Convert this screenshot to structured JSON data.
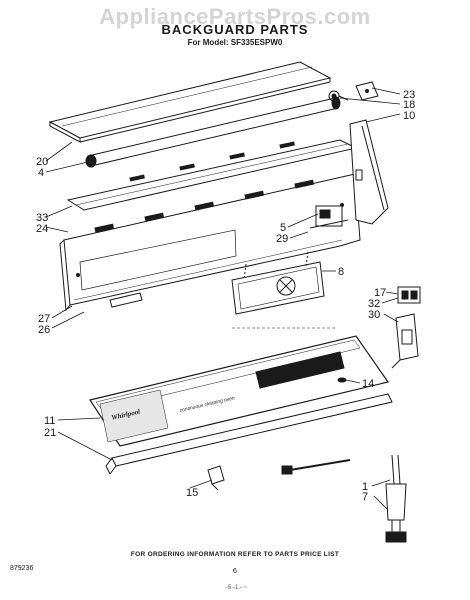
{
  "watermark": "AppliancePartsPros.com",
  "title": "BACKGUARD PARTS",
  "model_line": "For Model: SF335ESPW0",
  "panel_text": "continuous cleaning oven",
  "brand_text": "Whirlpool",
  "footer_text": "FOR ORDERING INFORMATION REFER TO PARTS PRICE LIST",
  "diagram_code": "879236",
  "page_number": "6",
  "bottom_mark": "-5 -1.- ~",
  "callouts": {
    "c20": "20",
    "c4": "4",
    "c33": "33",
    "c24": "24",
    "c27": "27",
    "c26": "26",
    "c11": "11",
    "c21": "21",
    "c15": "15",
    "c23": "23",
    "c18": "18",
    "c10": "10",
    "c5": "5",
    "c29": "29",
    "c8": "8",
    "c17": "17",
    "c32": "32",
    "c30": "30",
    "c14": "14",
    "c1": "1",
    "c7": "7"
  }
}
